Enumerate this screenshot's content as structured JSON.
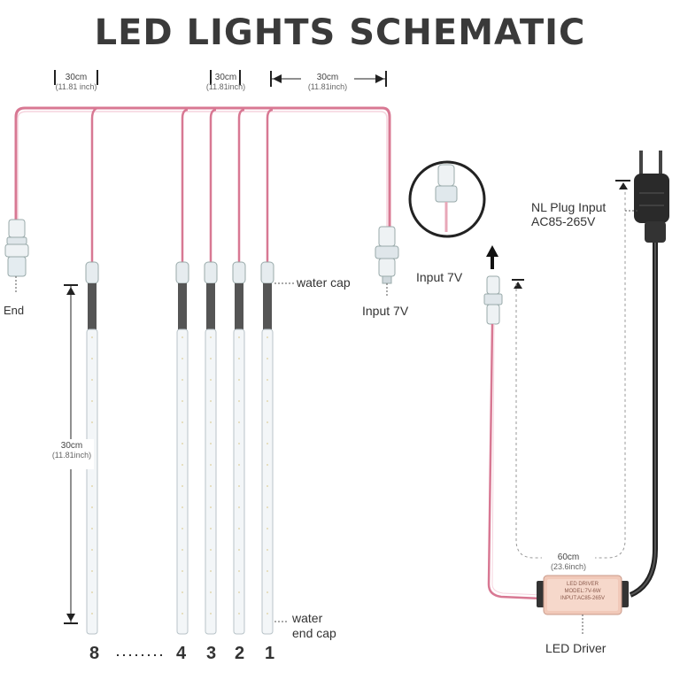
{
  "title": "LED LIGHTS SCHEMATIC",
  "dims": {
    "spacing_left": {
      "value": "30cm",
      "sub": "(11.81 inch)"
    },
    "spacing_mid": {
      "value": "30cm",
      "sub": "(11.81inch)"
    },
    "spacing_right": {
      "value": "30cm",
      "sub": "(11.81inch)"
    },
    "tube_length": {
      "value": "30cm",
      "sub": "(11.81inch)"
    },
    "driver_cable": {
      "value": "60cm",
      "sub": "(23.6inch)"
    }
  },
  "labels": {
    "end": "End",
    "input_top": "Input 7V",
    "input_side": "Input 7V",
    "water_cap": "water cap",
    "water_end_cap_1": "water",
    "water_end_cap_2": "end cap",
    "plug_1": "NL Plug Input",
    "plug_2": "AC85-265V",
    "driver": "LED Driver"
  },
  "driver_box": {
    "line1": "LED DRIVER",
    "line2": "MODEL:7V-6W",
    "line3": "INPUT:AC85-265V"
  },
  "tube_numbers": [
    "8",
    "4",
    "3",
    "2",
    "1"
  ],
  "dots": "·········",
  "colors": {
    "wire": "#e8a7b8",
    "wire_dark": "#d87893",
    "cord": "#333333",
    "tube": "#f3f6f8"
  }
}
